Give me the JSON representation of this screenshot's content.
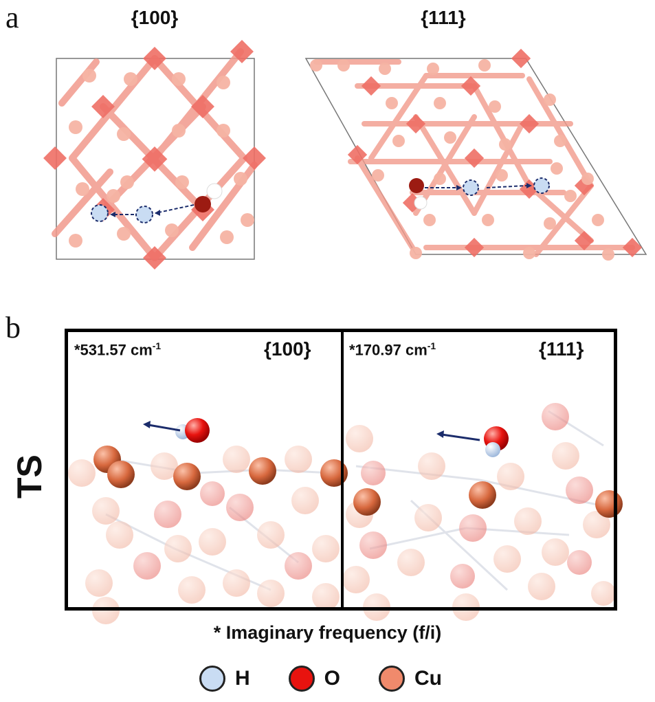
{
  "panel_a": {
    "letter": "a",
    "left_title": "{100}",
    "right_title": "{111}"
  },
  "panel_b": {
    "letter": "b",
    "row_label": "TS",
    "left": {
      "freq_value": "*531.57 cm",
      "freq_sup": "-1",
      "facet": "{100}"
    },
    "right": {
      "freq_value": "*170.97 cm",
      "freq_sup": "-1",
      "facet": "{111}"
    }
  },
  "footnote": "* Imaginary frequency (f/i)",
  "legend": [
    {
      "label": "H",
      "color": "#c9dcf3"
    },
    {
      "label": "O",
      "color": "#e8130f"
    },
    {
      "label": "Cu",
      "color": "#f08a6c"
    }
  ],
  "colors": {
    "cu_light": "#f6b4a4",
    "cu_bond": "#ef6f66",
    "o_dark": "#9c1b12",
    "arrow": "#1b2c6b",
    "vacancy": "#c9dcf3"
  }
}
